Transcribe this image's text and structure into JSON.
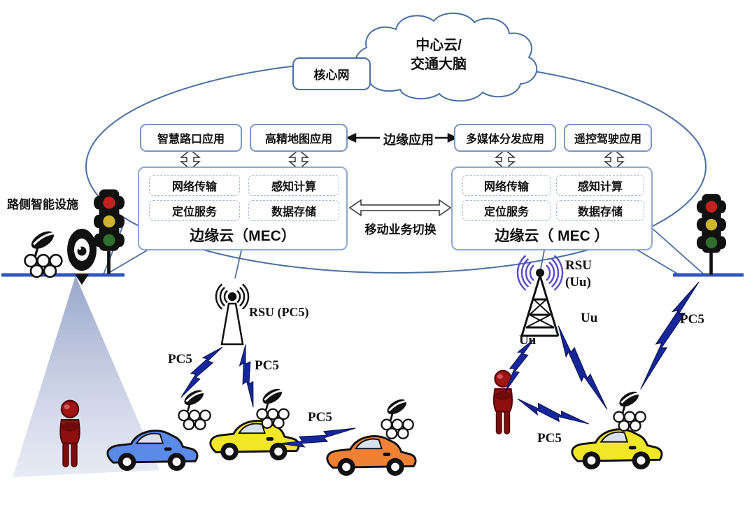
{
  "diagram": {
    "cloud": {
      "line1": "中心云/",
      "line2": "交通大脑"
    },
    "core_network_label": "核心网",
    "edge_app_label": "边缘应用",
    "apps": {
      "smart_intersection": "智慧路口应用",
      "hd_map": "高精地图应用",
      "multimedia_distribution": "多媒体分发应用",
      "remote_driving": "遥控驾驶应用"
    },
    "mec_left": {
      "services": [
        "网络传输",
        "感知计算",
        "定位服务",
        "数据存储"
      ],
      "title": "边缘云（MEC）"
    },
    "mec_right": {
      "services": [
        "网络传输",
        "感知计算",
        "定位服务",
        "数据存储"
      ],
      "title": "边缘云（ MEC ）"
    },
    "handover_label": "移动业务切换",
    "roadside_label": "路侧智能设施",
    "rsu_pc5_label": "RSU (PC5)",
    "rsu_uu": {
      "line1": "RSU",
      "line2": "(Uu)"
    },
    "links": {
      "pc5_to_blue_car": "PC5",
      "pc5_to_yellow_car": "PC5",
      "pc5_between_cars": "PC5",
      "uu_to_pedestrian": "Uu",
      "uu_to_car": "Uu",
      "pc5_from_traffic_light": "PC5",
      "pc5_pedestrian_to_car": "PC5"
    },
    "colors": {
      "diagram_line": "#4a6fa5",
      "lightning_bolt": "#16269b",
      "car_blue": "#5b8be8",
      "car_yellow": "#f2e726",
      "car_orange": "#f08033",
      "pedestrian_red": "#8f1212",
      "camera_cone": "#9aa9cd",
      "platform_blue": "#2f55c0",
      "tower_wave_purple": "#5a50c8",
      "traffic_red": "#c42020",
      "traffic_yellow": "#cdb52c",
      "traffic_green": "#2e6e2e"
    },
    "icons": {
      "traffic_light": "traffic-light-icon",
      "camera": "camera-icon",
      "satellite_dish": "satellite-dish-icon",
      "rsu_antenna": "rsu-antenna-icon",
      "cell_tower": "cell-tower-icon",
      "lightning": "lightning-bolt-icon",
      "pedestrian": "pedestrian-icon",
      "car": "car-icon"
    }
  }
}
